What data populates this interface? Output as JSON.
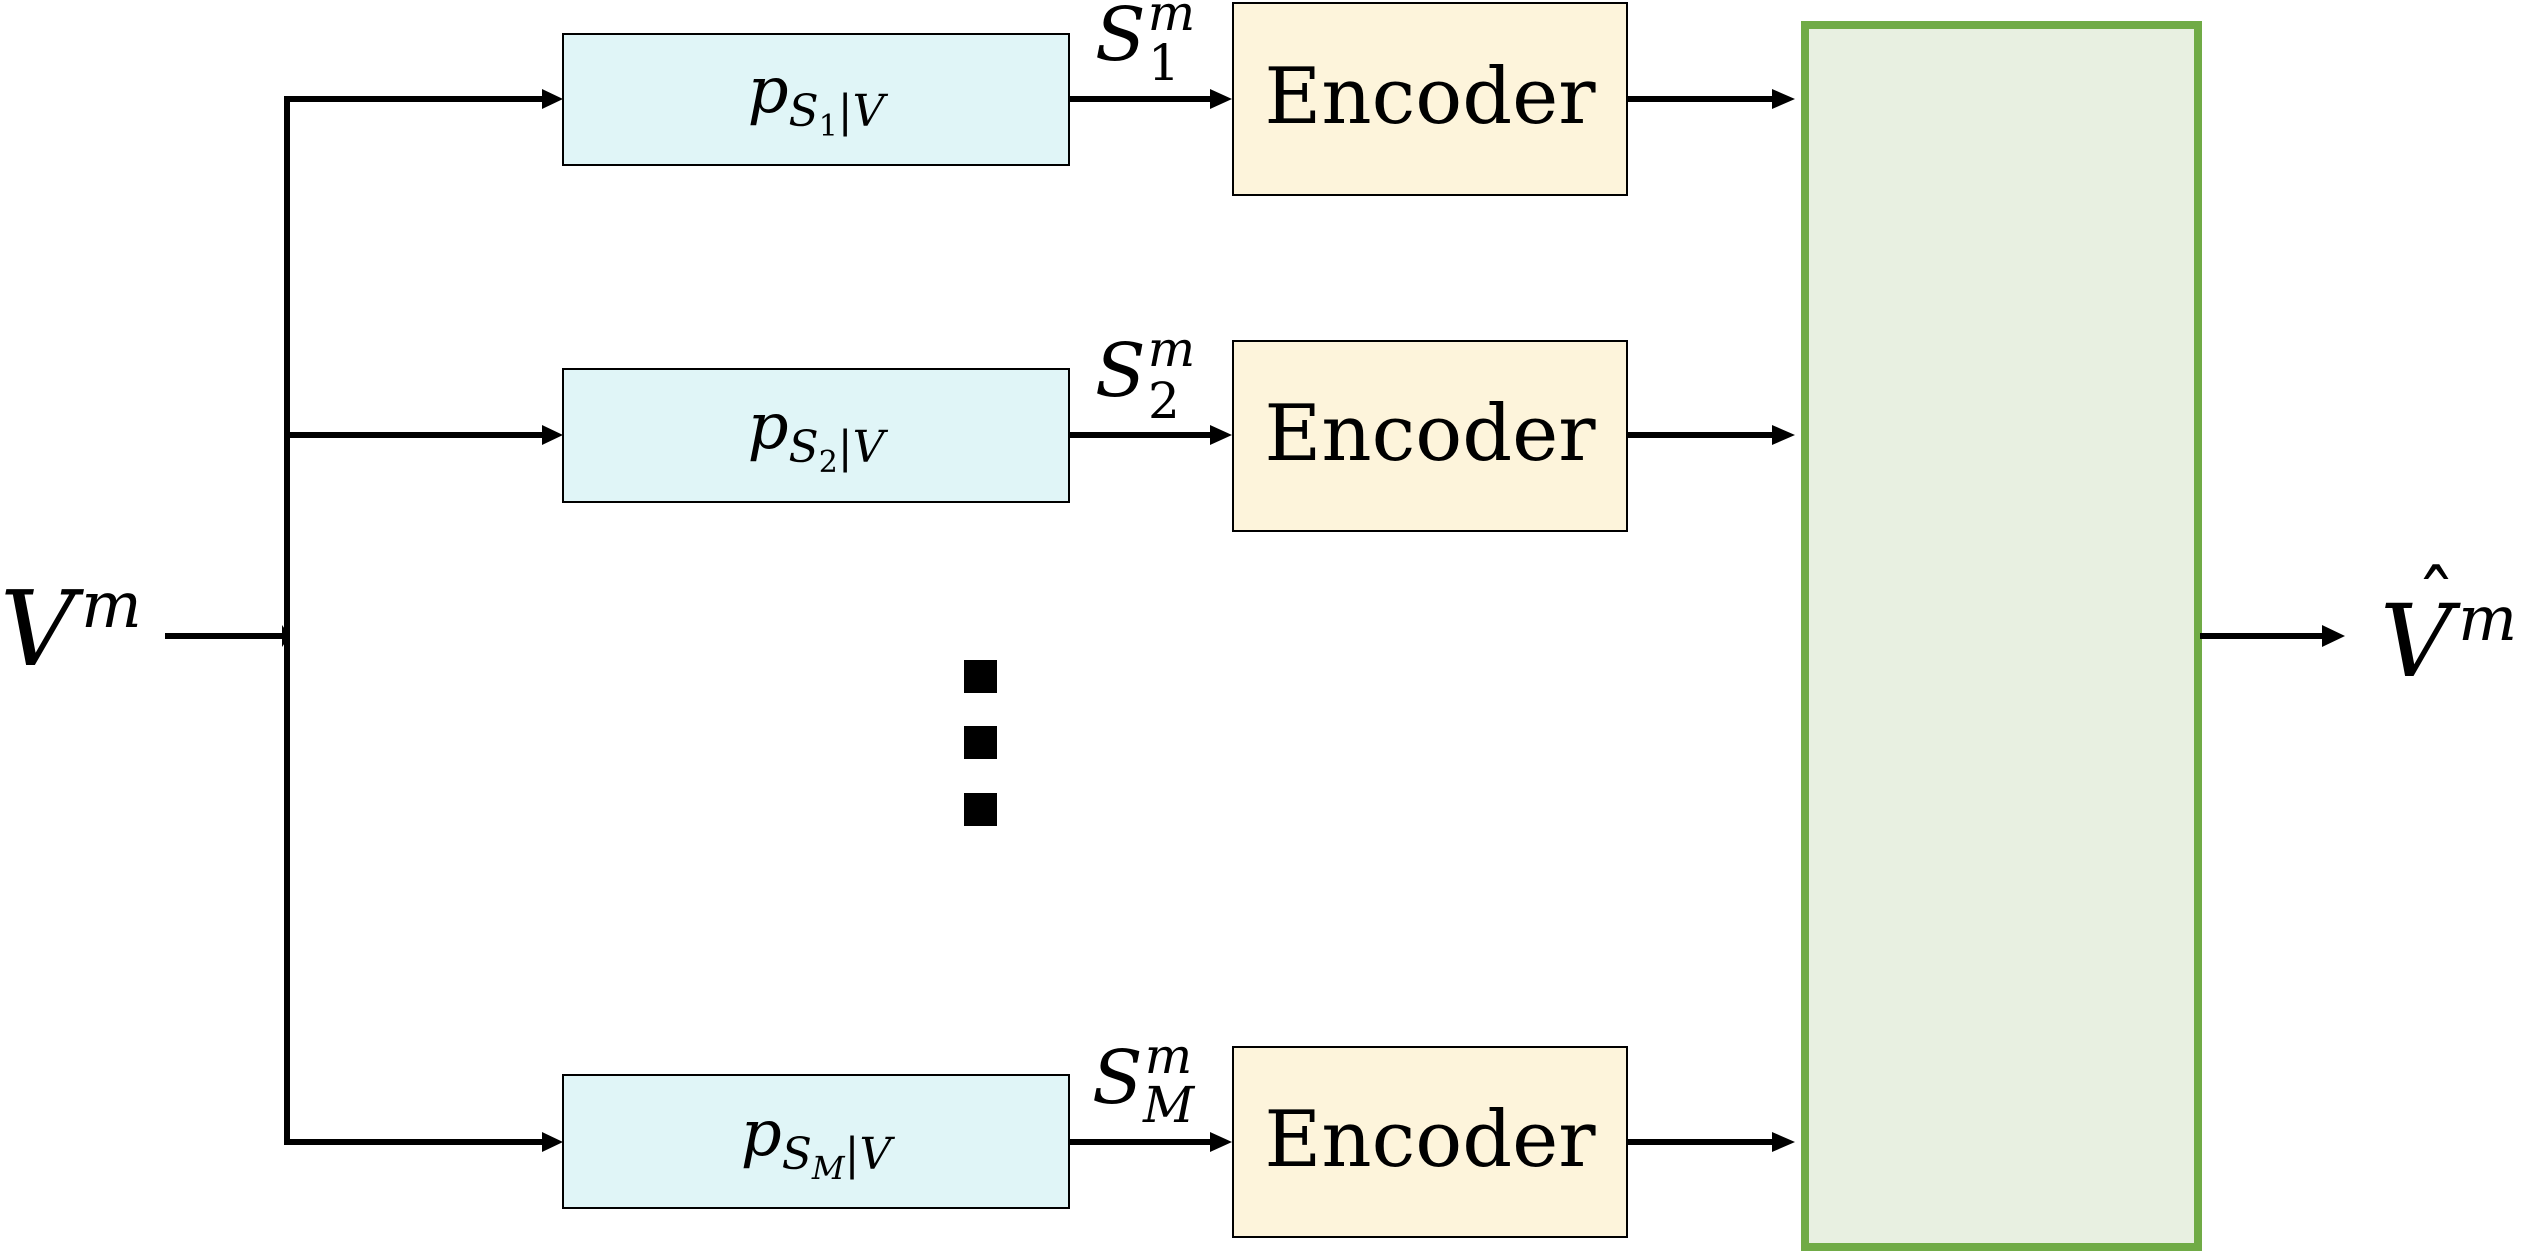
{
  "input": {
    "var": "V",
    "sup": "m"
  },
  "output": {
    "var": "V",
    "hat": "ˆ",
    "sup": "m"
  },
  "encoder_label": "Encoder",
  "branches": [
    {
      "p": "p",
      "sub_var": "S",
      "sub_idx": "1",
      "sub_rest": "|V",
      "s_var": "S",
      "s_sup": "m",
      "s_sub": "1"
    },
    {
      "p": "p",
      "sub_var": "S",
      "sub_idx": "2",
      "sub_rest": "|V",
      "s_var": "S",
      "s_sup": "m",
      "s_sub": "2"
    },
    {
      "p": "p",
      "sub_var": "S",
      "sub_idx": "M",
      "sub_rest": "|V",
      "s_var": "S",
      "s_sup": "m",
      "s_sub": "M"
    }
  ],
  "colors": {
    "channel_fill": "#e0f5f7",
    "encoder_fill": "#fdf4db",
    "decoder_fill": "#e8f0e1",
    "decoder_border": "#70ab46",
    "line": "#000000"
  }
}
